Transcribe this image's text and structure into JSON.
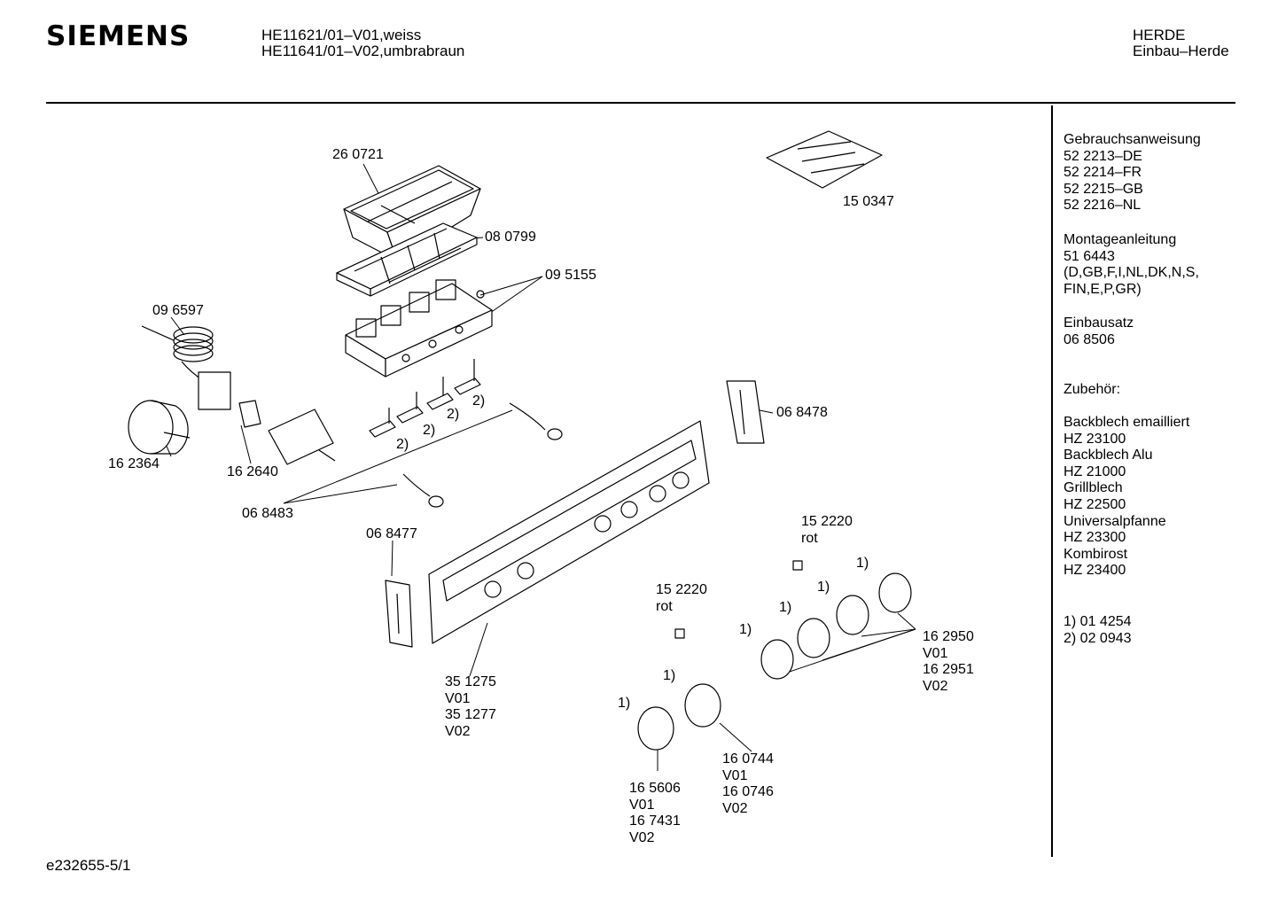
{
  "brand": "SIEMENS",
  "header": {
    "models": [
      "HE11621/01–V01,weiss",
      "HE11641/01–V02,umbrabraun"
    ],
    "category": [
      "HERDE",
      "Einbau–Herde"
    ]
  },
  "sidebar": {
    "manual": [
      "Gebrauchsanweisung",
      "52 2213–DE",
      "52 2214–FR",
      "52 2215–GB",
      "52 2216–NL"
    ],
    "installation": [
      "Montageanleitung",
      "51 6443",
      "(D,GB,F,I,NL,DK,N,S,",
      "FIN,E,P,GR)"
    ],
    "kit": [
      "Einbausatz",
      "06 8506"
    ],
    "accessories_title": "Zubehör:",
    "accessories": [
      "Backblech emailliert",
      "HZ 23100",
      "Backblech Alu",
      "HZ 21000",
      "Grillblech",
      "HZ 22500",
      "Universalpfanne",
      "HZ 23300",
      "Kombirost",
      "HZ 23400"
    ],
    "footnotes": [
      "1)  01 4254",
      "2)  02 0943"
    ]
  },
  "labels": {
    "p260721": "26 0721",
    "p080799": "08 0799",
    "p095155": "09 5155",
    "p150347": "15 0347",
    "p096597": "09 6597",
    "p162364": "16 2364",
    "p162640": "16 2640",
    "p068483": "06 8483",
    "p068478": "06 8478",
    "p068477": "06 8477",
    "fn2": "2)",
    "fn1": "1)",
    "p152220_a": [
      "15 2220",
      "rot"
    ],
    "p152220_b": [
      "15 2220",
      "rot"
    ],
    "p351275": [
      "35 1275",
      "V01",
      "35 1277",
      "V02"
    ],
    "p162950": [
      "16 2950",
      "V01",
      "16 2951",
      "V02"
    ],
    "p160744": [
      "16 0744",
      "V01",
      "16 0746",
      "V02"
    ],
    "p165606": [
      "16 5606",
      "V01",
      "16 7431",
      "V02"
    ]
  },
  "footer": "e232655-5/1"
}
